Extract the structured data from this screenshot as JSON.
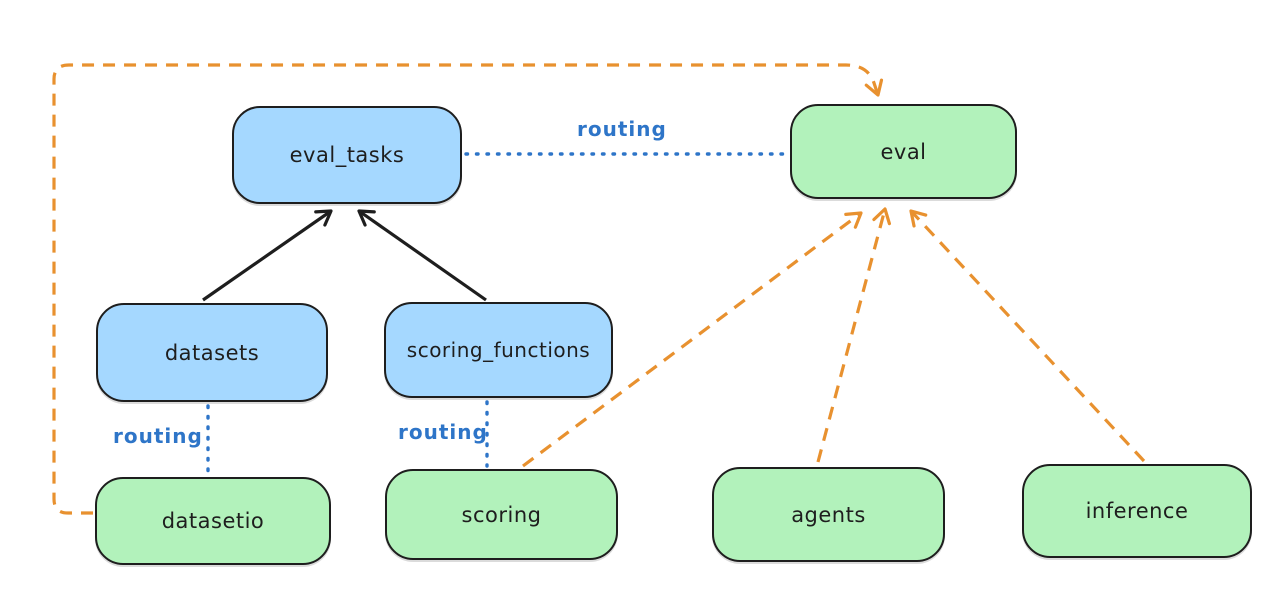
{
  "diagram": {
    "nodes": {
      "eval_tasks": {
        "label": "eval_tasks",
        "kind": "api"
      },
      "eval": {
        "label": "eval",
        "kind": "provider"
      },
      "datasets": {
        "label": "datasets",
        "kind": "api"
      },
      "scoring_functions": {
        "label": "scoring_functions",
        "kind": "api"
      },
      "datasetio": {
        "label": "datasetio",
        "kind": "provider"
      },
      "scoring": {
        "label": "scoring",
        "kind": "provider"
      },
      "agents": {
        "label": "agents",
        "kind": "provider"
      },
      "inference": {
        "label": "inference",
        "kind": "provider"
      }
    },
    "labels": {
      "routing_top": "routing",
      "routing_left": "routing",
      "routing_mid": "routing"
    },
    "edges": [
      {
        "from": "datasets",
        "to": "eval_tasks",
        "style": "solid-arrow",
        "color": "black"
      },
      {
        "from": "scoring_functions",
        "to": "eval_tasks",
        "style": "solid-arrow",
        "color": "black"
      },
      {
        "from": "eval_tasks",
        "to": "eval",
        "style": "dotted",
        "color": "blue",
        "label": "routing"
      },
      {
        "from": "datasets",
        "to": "datasetio",
        "style": "dotted",
        "color": "blue",
        "label": "routing"
      },
      {
        "from": "scoring_functions",
        "to": "scoring",
        "style": "dotted",
        "color": "blue",
        "label": "routing"
      },
      {
        "from": "datasetio",
        "to": "eval",
        "style": "dashed-arrow",
        "color": "orange"
      },
      {
        "from": "scoring",
        "to": "eval",
        "style": "dashed-arrow",
        "color": "orange"
      },
      {
        "from": "agents",
        "to": "eval",
        "style": "dashed-arrow",
        "color": "orange"
      },
      {
        "from": "inference",
        "to": "eval",
        "style": "dashed-arrow",
        "color": "orange"
      }
    ],
    "colors": {
      "api_fill": "#a5d8ff",
      "provider_fill": "#b2f2bb",
      "node_stroke": "#1e1e1e",
      "routing_blue": "#2e75c8",
      "dashed_orange": "#e8912f",
      "solid_black": "#1e1e1e",
      "background": "#ffffff"
    }
  }
}
